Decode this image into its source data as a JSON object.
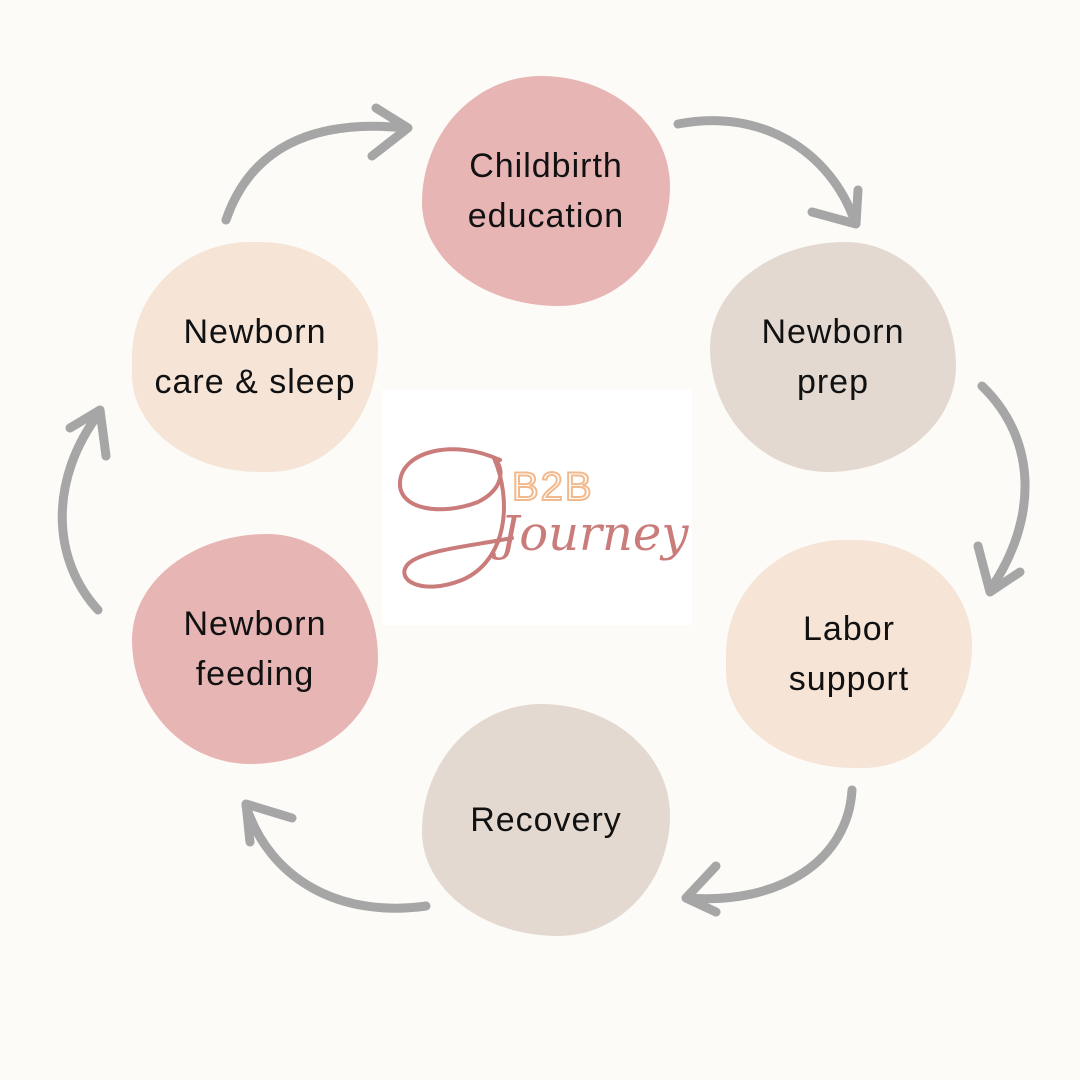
{
  "diagram": {
    "type": "cycle",
    "colors": {
      "background": "#fcfbf7",
      "rose": "#e8b5b5",
      "taupe": "#e3d9d1",
      "peach": "#f6e4d7",
      "arrow": "#a6a6a6",
      "logo_script": "#c97c7a",
      "logo_caps": "#f2b98d"
    },
    "nodes": [
      {
        "id": "childbirth-education",
        "label": "Childbirth\neducation",
        "color": "rose"
      },
      {
        "id": "newborn-prep",
        "label": "Newborn\nprep",
        "color": "taupe"
      },
      {
        "id": "labor-support",
        "label": "Labor\nsupport",
        "color": "peach"
      },
      {
        "id": "recovery",
        "label": "Recovery",
        "color": "taupe"
      },
      {
        "id": "newborn-feeding",
        "label": "Newborn\nfeeding",
        "color": "rose"
      },
      {
        "id": "newborn-care-sleep",
        "label": "Newborn\ncare & sleep",
        "color": "peach"
      }
    ],
    "arrow_direction": "clockwise"
  },
  "logo": {
    "caps_text": "B2B",
    "script_text": "Journey"
  }
}
